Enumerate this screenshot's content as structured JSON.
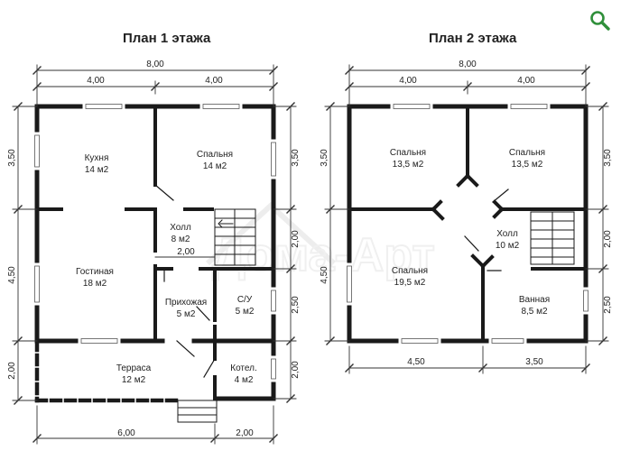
{
  "titles": {
    "floor1": "План 1 этажа",
    "floor2": "План 2 этажа"
  },
  "watermark": "Дома-Арт",
  "icons": {
    "zoom": "zoom-icon"
  },
  "colors": {
    "wall": "#1a1a1a",
    "dim": "#333333",
    "accent": "#2f8f3a",
    "watermark": "#e2e2e2"
  },
  "floor1": {
    "dims": {
      "total": "8,00",
      "halfA": "4,00",
      "halfB": "4,00",
      "left1": "3,50",
      "left2": "4,50",
      "left3": "2,00",
      "right1": "3,50",
      "right2": "2,00",
      "right3": "2,50",
      "right4": "2,00",
      "bottom1": "6,00",
      "bottom2": "2,00",
      "inner": "2,00"
    },
    "rooms": [
      {
        "name": "Кухня",
        "area": "14 м2"
      },
      {
        "name": "Спальня",
        "area": "14 м2"
      },
      {
        "name": "Холл",
        "area": "8 м2"
      },
      {
        "name": "Гостиная",
        "area": "18 м2"
      },
      {
        "name": "Прихожая",
        "area": "5 м2"
      },
      {
        "name": "С/У",
        "area": "5 м2"
      },
      {
        "name": "Терраса",
        "area": "12 м2"
      },
      {
        "name": "Котел.",
        "area": "4 м2"
      }
    ]
  },
  "floor2": {
    "dims": {
      "total": "8,00",
      "halfA": "4,00",
      "halfB": "4,00",
      "left1": "3,50",
      "left2": "4,50",
      "right1": "3,50",
      "right2": "2,00",
      "right3": "2,50",
      "bottom1": "4,50",
      "bottom2": "3,50"
    },
    "rooms": [
      {
        "name": "Спальня",
        "area": "13,5 м2"
      },
      {
        "name": "Спальня",
        "area": "13,5 м2"
      },
      {
        "name": "Холл",
        "area": "10 м2"
      },
      {
        "name": "Спальня",
        "area": "19,5 м2"
      },
      {
        "name": "Ванная",
        "area": "8,5 м2"
      }
    ]
  }
}
